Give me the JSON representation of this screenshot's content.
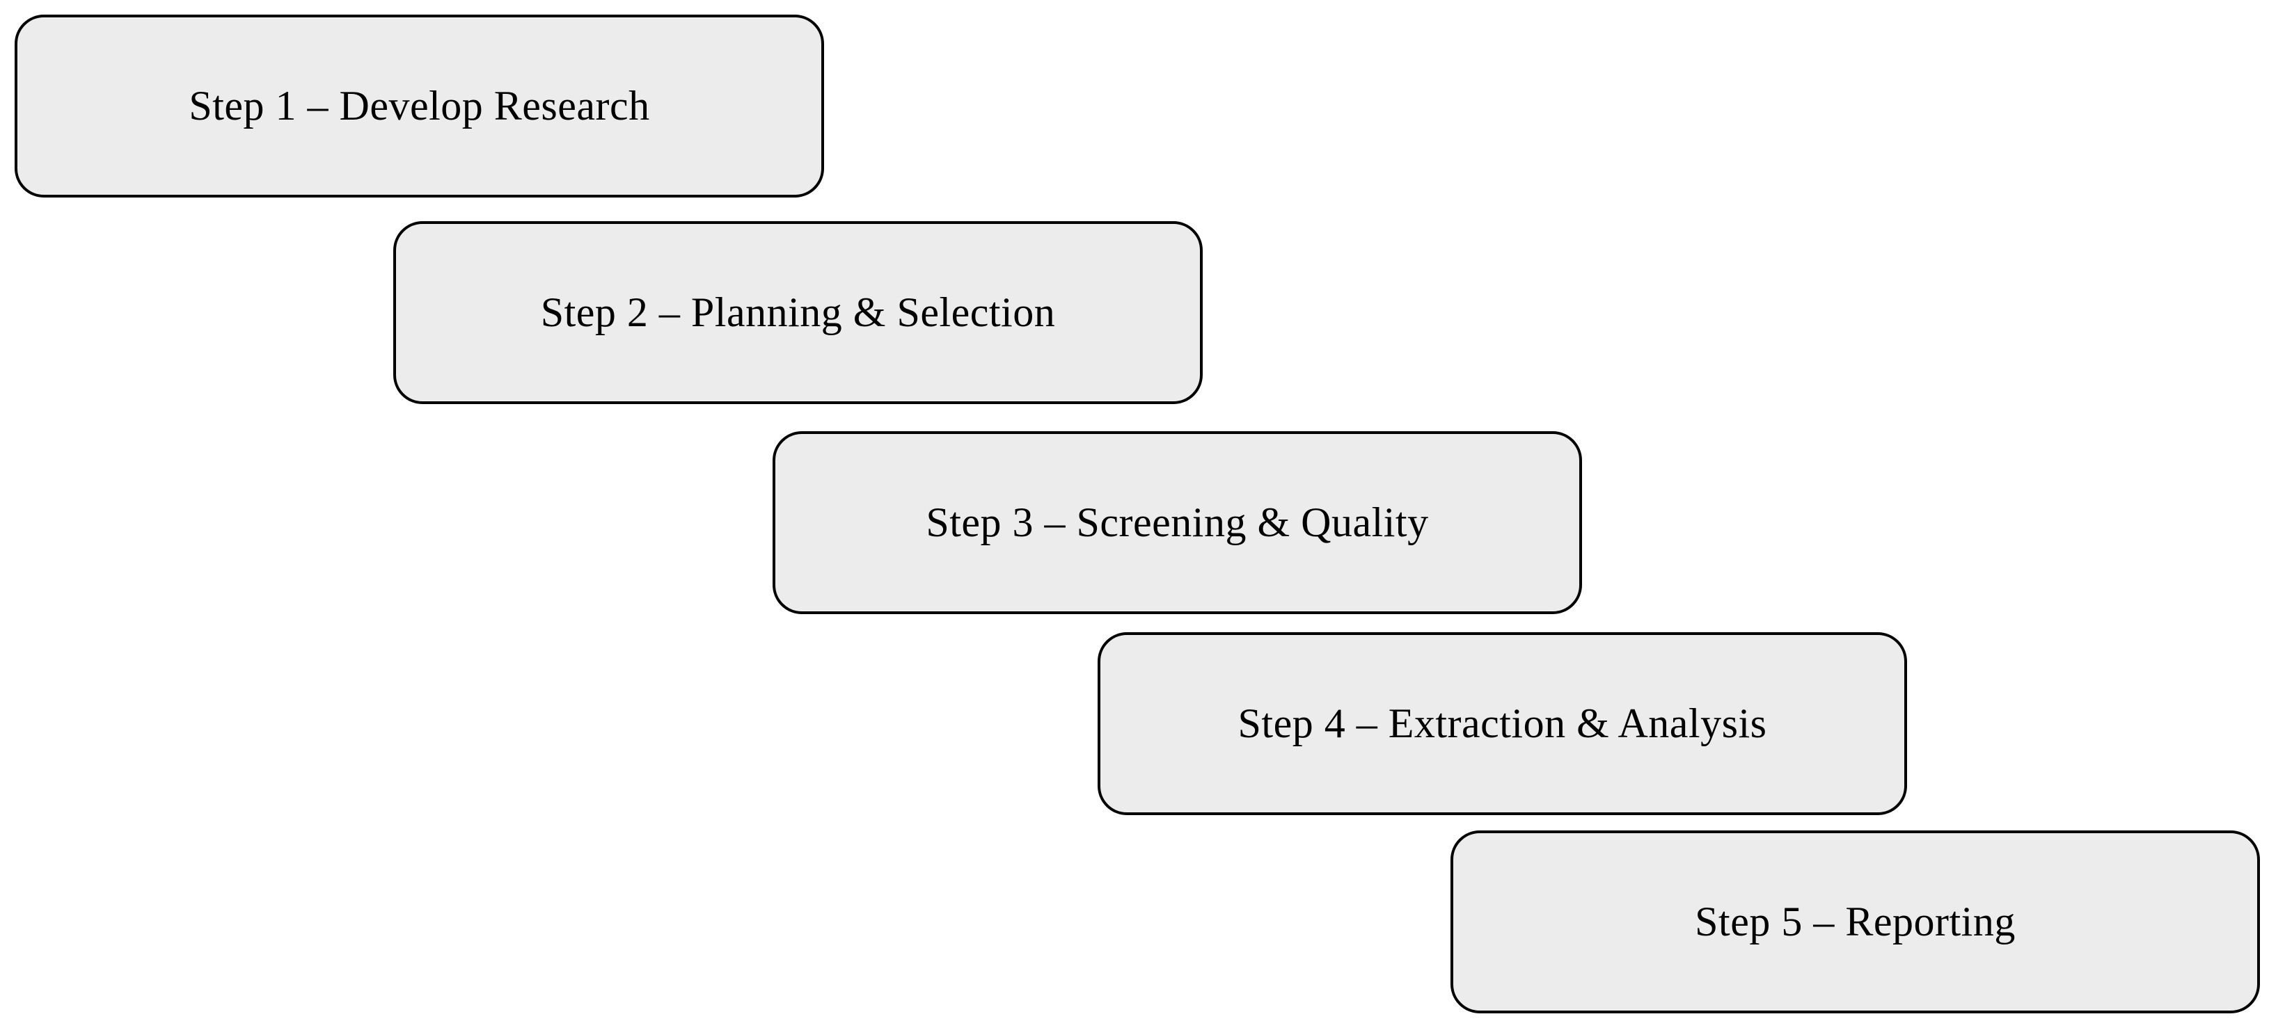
{
  "diagram": {
    "type": "staircase-process-flow",
    "box_fill_color": "#ececec",
    "box_border_color": "#000000",
    "text_color": "#000000",
    "background_color": "#ffffff",
    "steps": [
      {
        "label": "Step 1 – Develop Research"
      },
      {
        "label": "Step 2 – Planning & Selection"
      },
      {
        "label": "Step 3 – Screening & Quality"
      },
      {
        "label": "Step 4 – Extraction & Analysis"
      },
      {
        "label": "Step 5 – Reporting"
      }
    ]
  }
}
